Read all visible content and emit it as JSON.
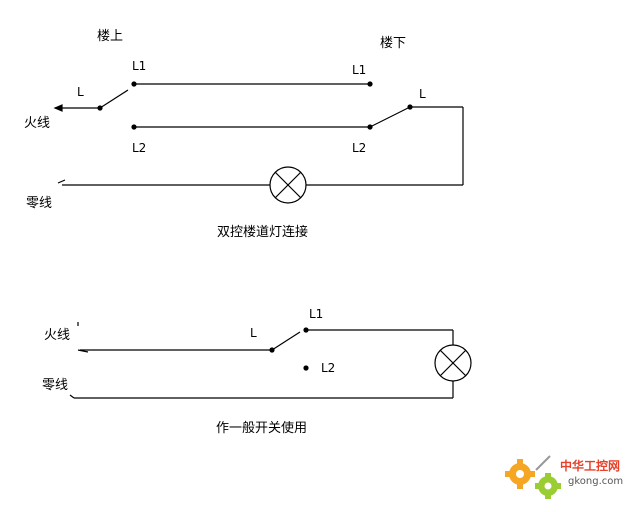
{
  "top": {
    "upstairs": "楼上",
    "downstairs": "楼下",
    "live_wire": "火线",
    "neutral_wire": "零线",
    "sw_up_L": "L",
    "sw_up_L1": "L1",
    "sw_up_L2": "L2",
    "sw_down_L": "L",
    "sw_down_L1": "L1",
    "sw_down_L2": "L2",
    "caption": "双控楼道灯连接"
  },
  "bottom": {
    "live_wire": "火线",
    "neutral_wire": "零线",
    "sw_L": "L",
    "sw_L1": "L1",
    "sw_L2": "L2",
    "caption": "作一般开关使用"
  },
  "watermark": {
    "name": "中华工控网",
    "url": "gkong.com",
    "icon": "gear-icon",
    "accent": "#e8412a",
    "gear_orange": "#f5a623",
    "gear_green": "#9acd32"
  }
}
